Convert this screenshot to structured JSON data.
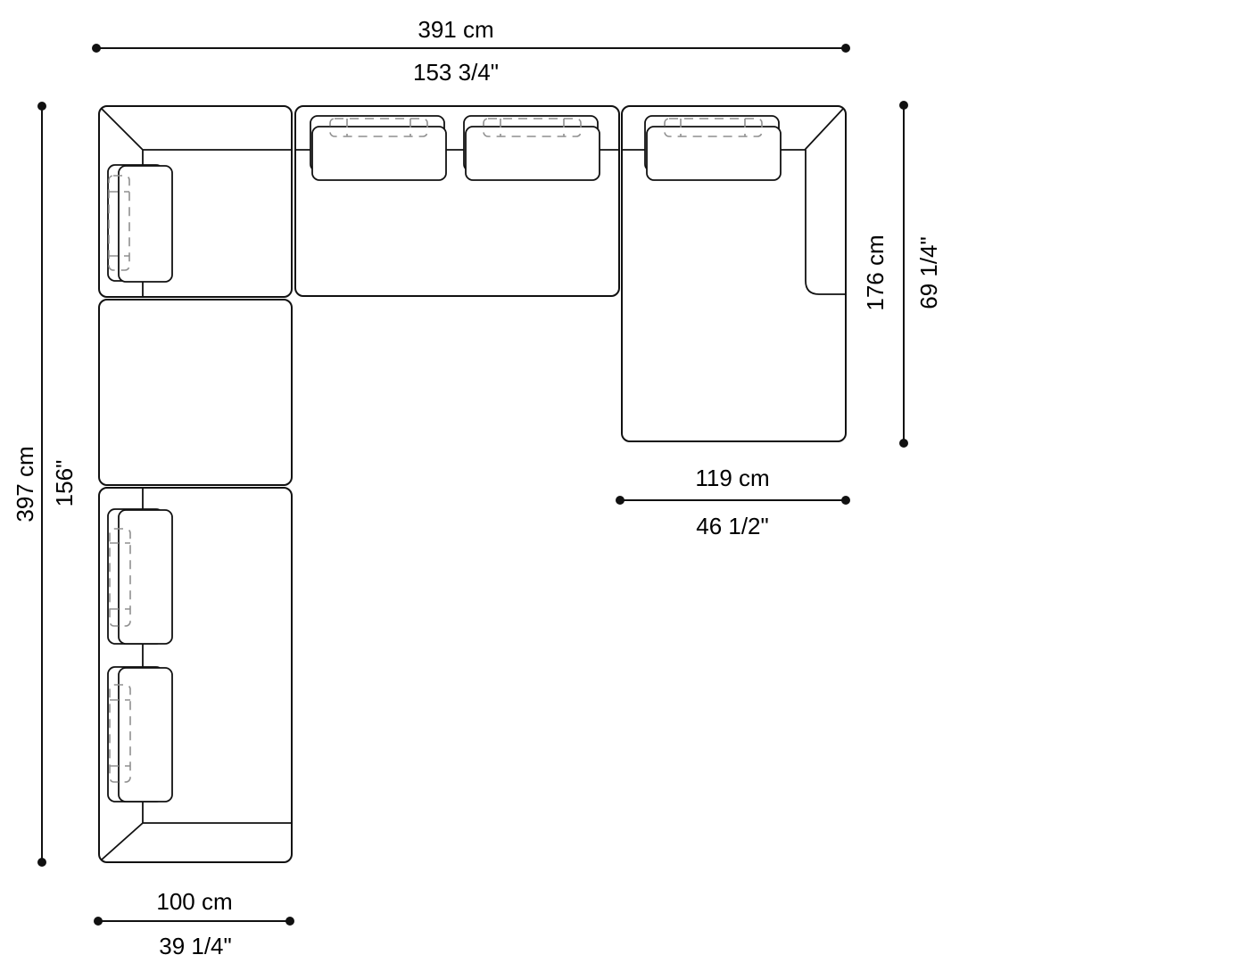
{
  "page": {
    "title": "Sectional sofa dimension plan"
  },
  "diagram": {
    "type": "furniture-top-view-dimension-drawing",
    "colors": {
      "outline": "#111111",
      "dashed_detail": "#8f8f8f",
      "background": "#ffffff",
      "text": "#000000"
    },
    "dimensions": {
      "overall_width": {
        "cm": "391 cm",
        "inches": "153 3/4\""
      },
      "overall_depth": {
        "cm": "397 cm",
        "inches": "156\""
      },
      "chaise_length": {
        "cm": "176 cm",
        "inches": "69 1/4\""
      },
      "chaise_width": {
        "cm": "119 cm",
        "inches": "46 1/2\""
      },
      "end_unit_width": {
        "cm": "100 cm",
        "inches": "39 1/4\""
      }
    }
  }
}
